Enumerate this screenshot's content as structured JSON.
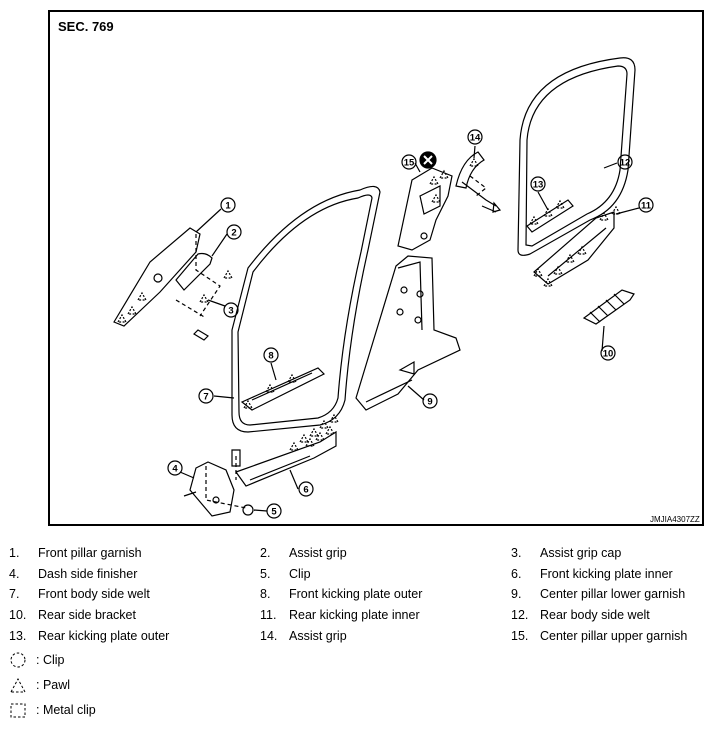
{
  "diagram": {
    "section": "SEC. 769",
    "code": "JMJIA4307ZZ",
    "callouts": [
      "1",
      "2",
      "3",
      "4",
      "5",
      "6",
      "7",
      "8",
      "9",
      "10",
      "11",
      "12",
      "13",
      "14",
      "15"
    ]
  },
  "legend": [
    {
      "num": "1.",
      "text": "Front pillar garnish"
    },
    {
      "num": "2.",
      "text": "Assist grip"
    },
    {
      "num": "3.",
      "text": "Assist grip cap"
    },
    {
      "num": "4.",
      "text": "Dash side finisher"
    },
    {
      "num": "5.",
      "text": "Clip"
    },
    {
      "num": "6.",
      "text": "Front kicking plate inner"
    },
    {
      "num": "7.",
      "text": "Front body side welt"
    },
    {
      "num": "8.",
      "text": "Front kicking plate outer"
    },
    {
      "num": "9.",
      "text": "Center pillar lower garnish"
    },
    {
      "num": "10.",
      "text": "Rear side bracket"
    },
    {
      "num": "11.",
      "text": "Rear kicking plate inner"
    },
    {
      "num": "12.",
      "text": "Rear body side welt"
    },
    {
      "num": "13.",
      "text": "Rear kicking plate outer"
    },
    {
      "num": "14.",
      "text": "Assist grip"
    },
    {
      "num": "15.",
      "text": "Center pillar upper garnish"
    }
  ],
  "symbols": [
    {
      "icon": "clip-symbol-icon",
      "text": ": Clip"
    },
    {
      "icon": "pawl-symbol-icon",
      "text": ": Pawl"
    },
    {
      "icon": "metal-clip-symbol-icon",
      "text": ": Metal clip"
    }
  ]
}
